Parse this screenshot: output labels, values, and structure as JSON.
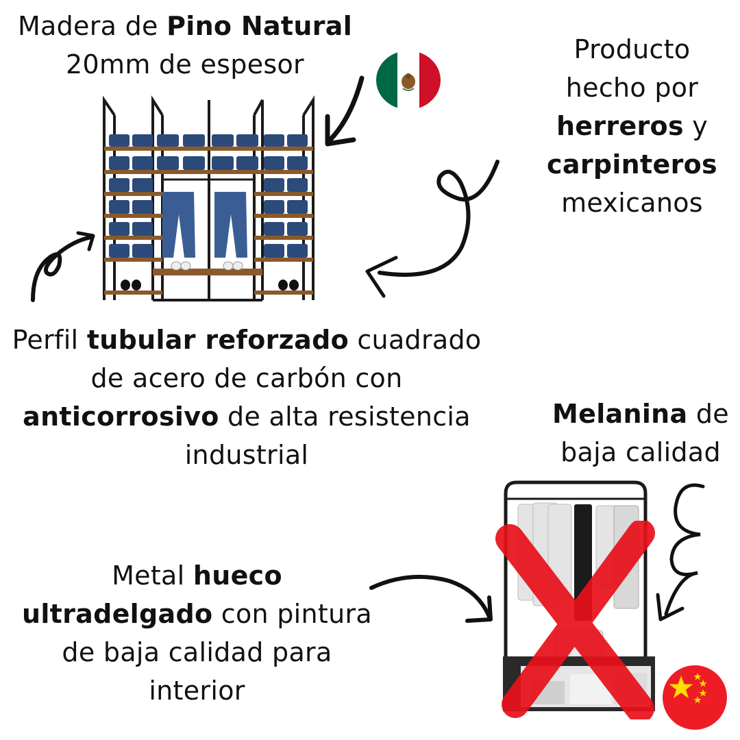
{
  "top_left_text": {
    "pre": "Madera de ",
    "bold": "Pino Natural",
    "line2": "20mm de espesor"
  },
  "top_right_text": {
    "line1": "Producto",
    "line2": "hecho por",
    "line3_bold": "herreros",
    "line3_post": " y",
    "line4_bold": "carpinteros",
    "line5": "mexicanos"
  },
  "middle_text": {
    "line1_pre": "Perfil ",
    "line1_bold": "tubular reforzado",
    "line1_post": " cuadrado",
    "line2": "de acero de carbón con",
    "line3_bold": "anticorrosivo",
    "line3_post": " de alta resistencia",
    "line4": "industrial"
  },
  "right_mid_text": {
    "line1_bold": "Melanina",
    "line1_post": " de",
    "line2": "baja calidad"
  },
  "bottom_left_text": {
    "line1_pre": "Metal ",
    "line1_bold": "hueco",
    "line2_bold": "ultradelgado",
    "line2_post": " con pintura",
    "line3": "de baja calidad para",
    "line4": "interior"
  },
  "colors": {
    "mexico_green": "#006847",
    "mexico_red": "#ce1126",
    "china_red": "#ee1c25",
    "china_star": "#ffde00",
    "wood": "#8a5a2b",
    "denim": "#2c4a7a",
    "cross_red": "#e8101a"
  },
  "icons": [
    "mexico-flag-icon",
    "china-flag-icon",
    "arrow-icon",
    "cross-mark-icon"
  ]
}
